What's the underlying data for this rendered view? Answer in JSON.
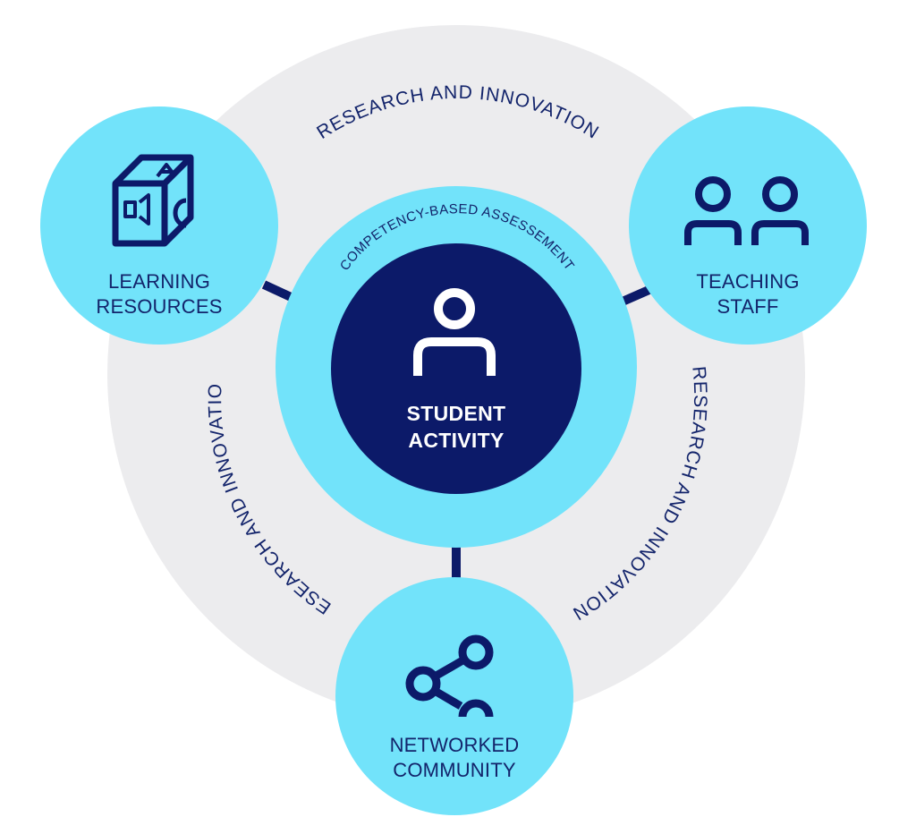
{
  "diagram": {
    "center": {
      "line1": "STUDENT",
      "line2": "ACTIVITY",
      "icon": "person-icon"
    },
    "assessment_ring_label": "COMPETENCY-BASED ASSESSEMENT",
    "outer_ring_labels": [
      "RESEARCH AND INNOVATION",
      "RESEARCH AND INNOVATION",
      "RESEARCH AND INNOVATION"
    ],
    "nodes": {
      "learning_resources": {
        "line1": "LEARNING",
        "line2": "RESOURCES",
        "icon": "abc-cube-icon"
      },
      "teaching_staff": {
        "line1": "TEACHING",
        "line2": "STAFF",
        "icon": "two-people-icon"
      },
      "networked_community": {
        "line1": "NETWORKED",
        "line2": "COMMUNITY",
        "icon": "share-icon"
      }
    },
    "colors": {
      "outer_ring": "#ececee",
      "light_cyan": "#72e3fa",
      "navy": "#0c1a69",
      "text": "#13246b"
    }
  }
}
